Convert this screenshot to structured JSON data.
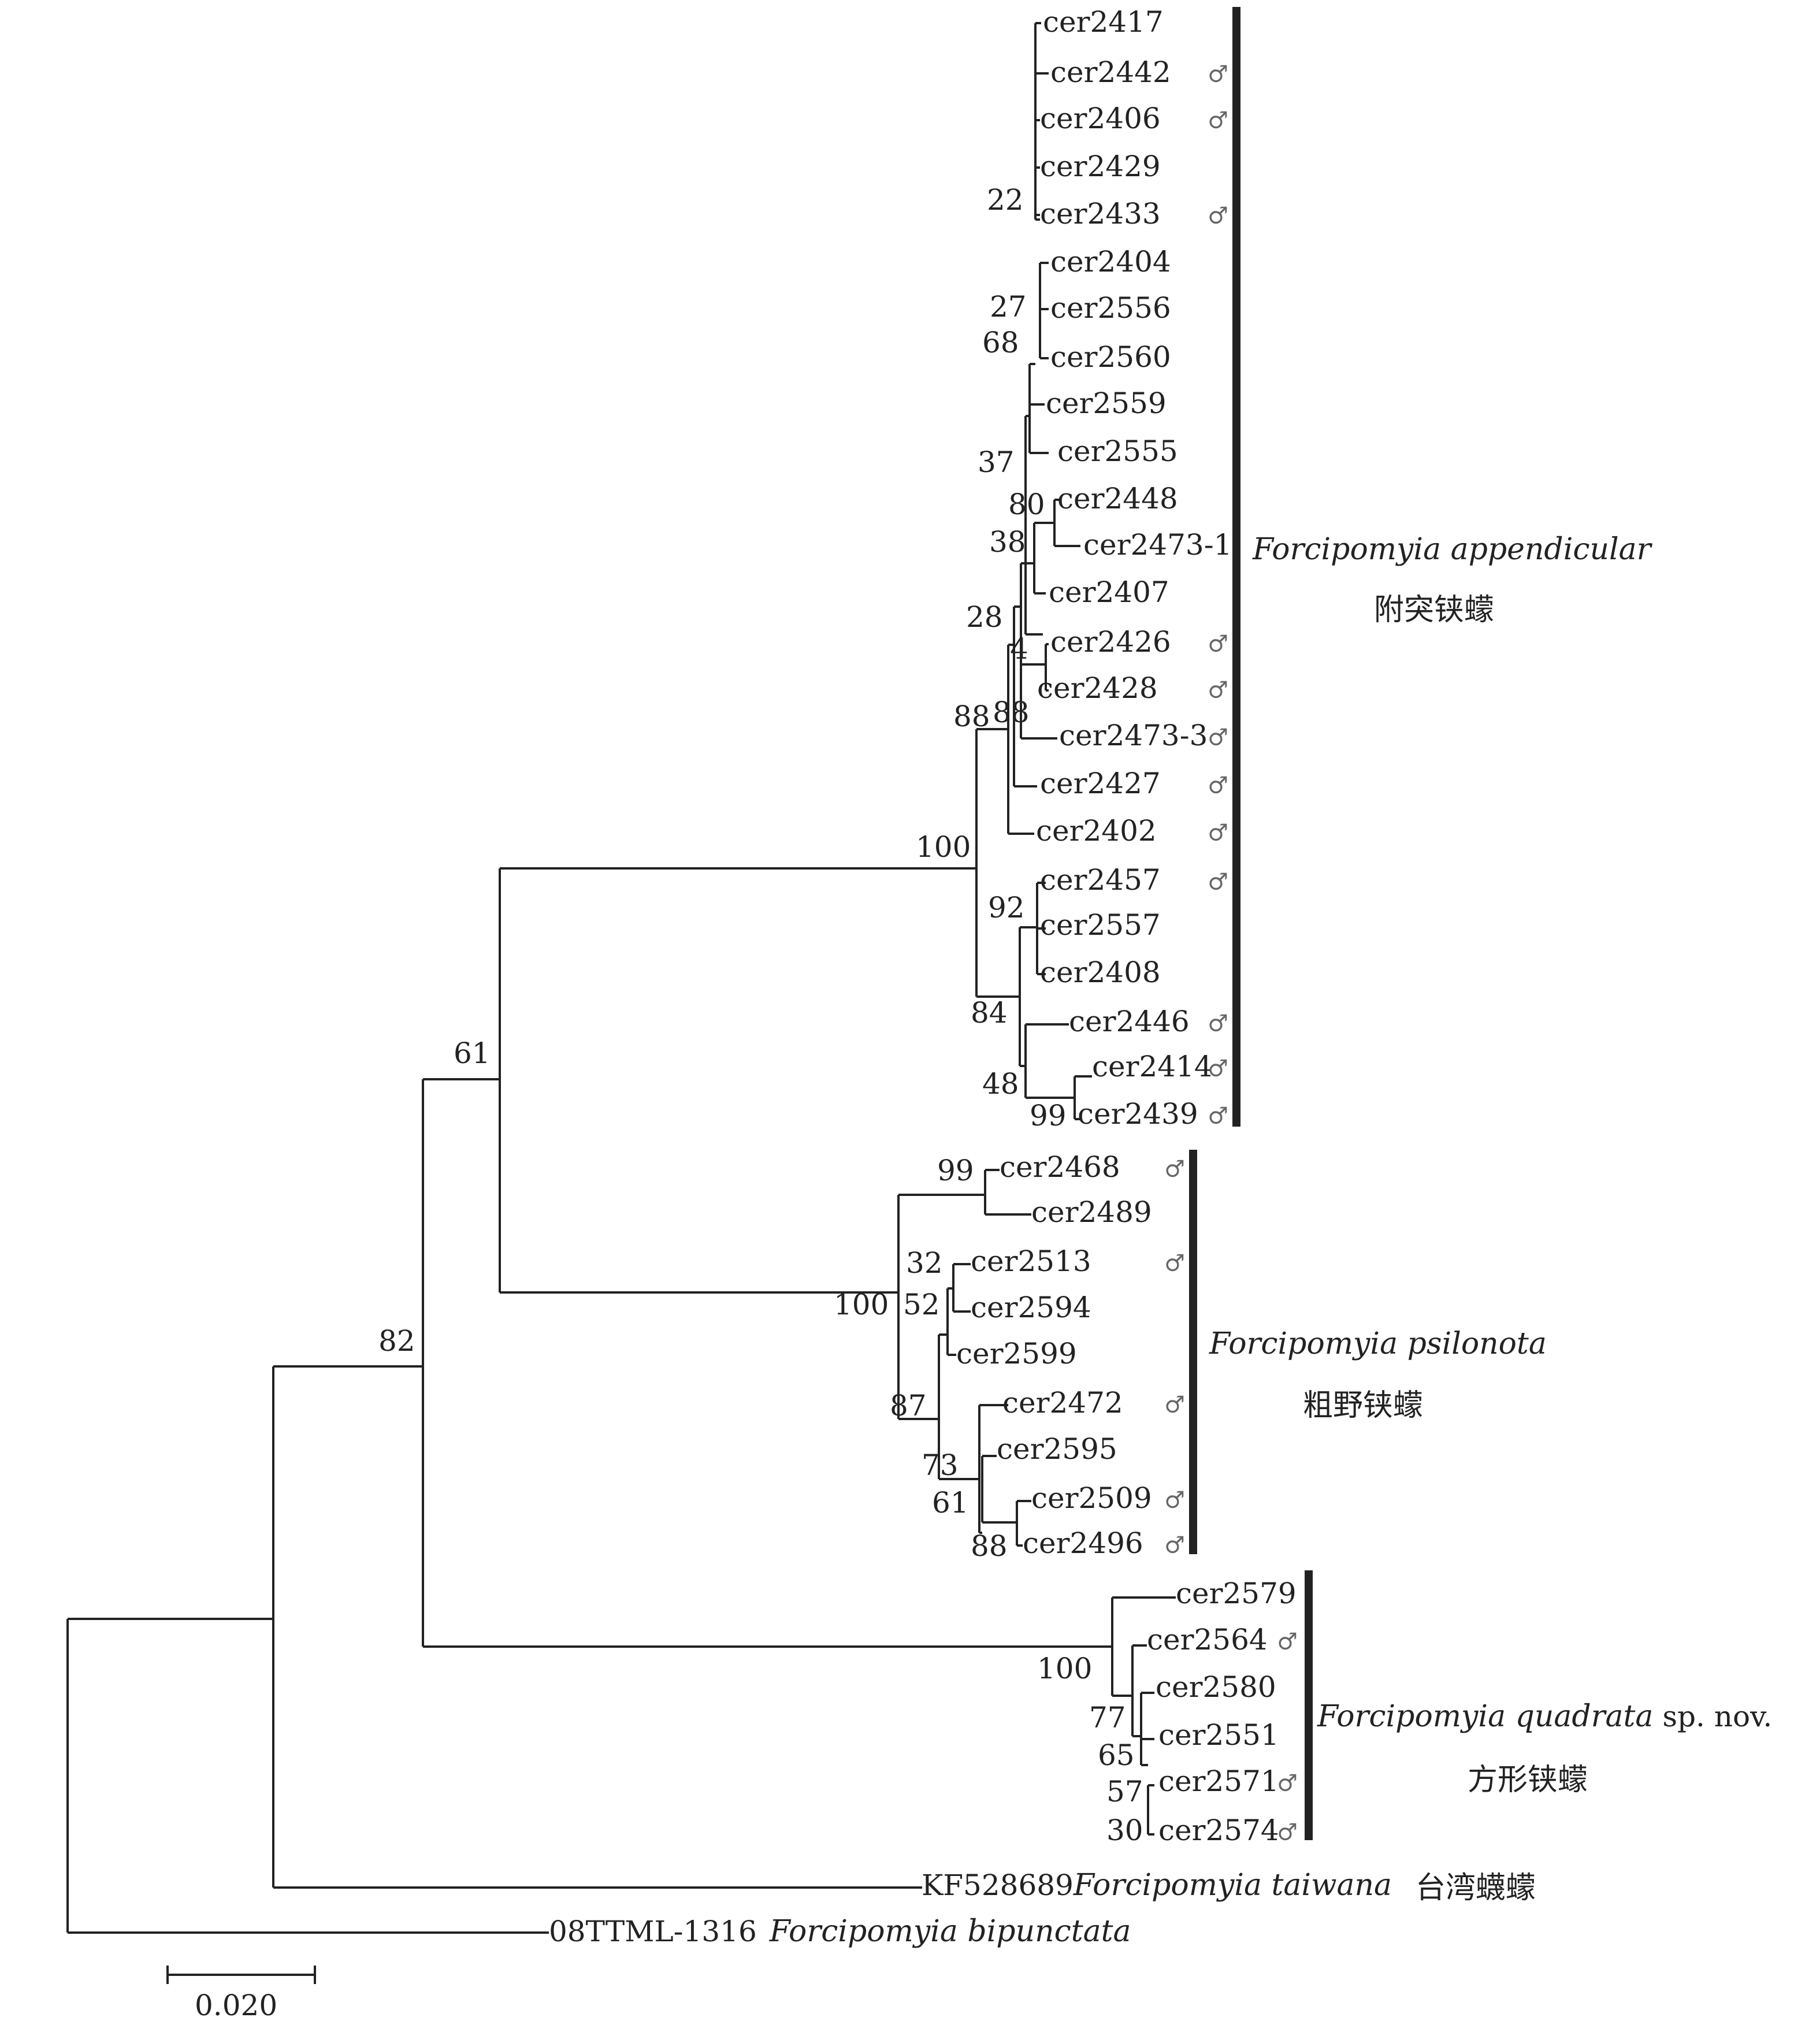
{
  "taxa": {
    "cer2417": "cer2417",
    "cer2442": "cer2442",
    "cer2406": "cer2406",
    "cer2429": "cer2429",
    "cer2433": "cer2433",
    "cer2404": "cer2404",
    "cer2556": "cer2556",
    "cer2560": "cer2560",
    "cer2559": "cer2559",
    "cer2555": "cer2555",
    "cer2448": "cer2448",
    "cer2473_1": "cer2473-1",
    "cer2407": "cer2407",
    "cer2426": "cer2426",
    "cer2428": "cer2428",
    "cer2473_3": "cer2473-3",
    "cer2427": "cer2427",
    "cer2402": "cer2402",
    "cer2457": "cer2457",
    "cer2557": "cer2557",
    "cer2408": "cer2408",
    "cer2446": "cer2446",
    "cer2414": "cer2414",
    "cer2439": "cer2439",
    "cer2468": "cer2468",
    "cer2489": "cer2489",
    "cer2513": "cer2513",
    "cer2594": "cer2594",
    "cer2599": "cer2599",
    "cer2472": "cer2472",
    "cer2595": "cer2595",
    "cer2509": "cer2509",
    "cer2496": "cer2496",
    "cer2579": "cer2579",
    "cer2564": "cer2564",
    "cer2580": "cer2580",
    "cer2551": "cer2551",
    "cer2571": "cer2571",
    "cer2574": "cer2574",
    "taiwana_id": "KF528689",
    "taiwana_name": "Forcipomyia taiwana",
    "bipunctata_id": "08TTML-1316",
    "bipunctata_name": "Forcipomyia bipunctata"
  },
  "male_symbol": "♂",
  "male_taxa": [
    "cer2442",
    "cer2406",
    "cer2433",
    "cer2426",
    "cer2428",
    "cer2473-3",
    "cer2427",
    "cer2402",
    "cer2457",
    "cer2446",
    "cer2414",
    "cer2439",
    "cer2468",
    "cer2513",
    "cer2472",
    "cer2509",
    "cer2496",
    "cer2564",
    "cer2571",
    "cer2574"
  ],
  "support": {
    "s22": "22",
    "s27": "27",
    "s68": "68",
    "s37": "37",
    "s80": "80",
    "s38": "38",
    "s28": "28",
    "s4": "4",
    "s88a": "88",
    "s88b": "88",
    "s100a": "100",
    "s92": "92",
    "s84": "84",
    "s48": "48",
    "s99a": "99",
    "s61a": "61",
    "s99b": "99",
    "s32": "32",
    "s52": "52",
    "s100b": "100",
    "s87": "87",
    "s73": "73",
    "s61b": "61",
    "s88c": "88",
    "s82": "82",
    "s100c": "100",
    "s77": "77",
    "s65": "65",
    "s57": "57",
    "s30": "30"
  },
  "clades": {
    "appendicular": {
      "name": "Forcipomyia appendicular",
      "chinese": "附突铗蠓"
    },
    "psilonota": {
      "name": "Forcipomyia psilonota",
      "chinese": "粗野铗蠓"
    },
    "quadrata": {
      "name": "Forcipomyia quadrata",
      "suffix": " sp. nov.",
      "chinese": "方形铗蠓"
    },
    "taiwana_chinese": "台湾蠛蠓"
  },
  "scale_bar": {
    "label": "0.020"
  }
}
